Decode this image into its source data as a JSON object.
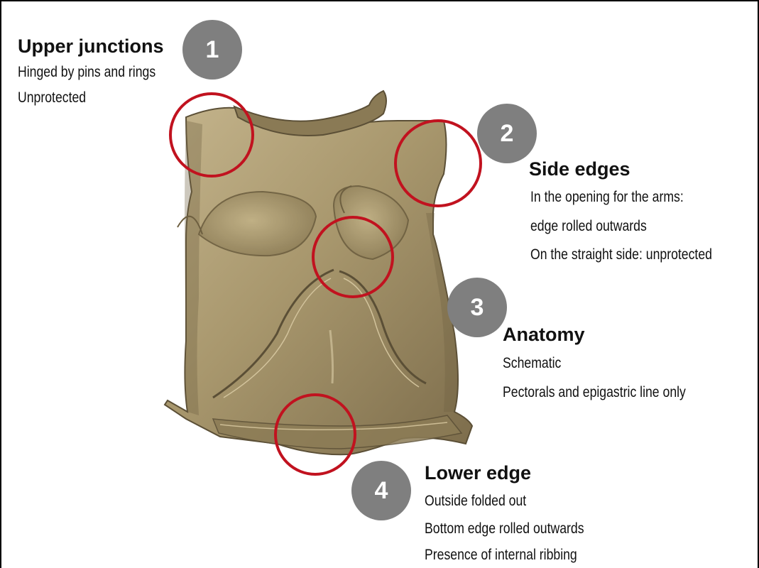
{
  "colors": {
    "badge": "#7f7f7f",
    "highlight_circle": "#c1121f",
    "text": "#111111",
    "bronze_light": "#b3a37d",
    "bronze_dark": "#5b4f36"
  },
  "image": {
    "subject": "bronze breastplate"
  },
  "callouts": [
    {
      "number": "1",
      "title": "Upper junctions",
      "lines": [
        "Hinged by pins and rings",
        "Unprotected"
      ]
    },
    {
      "number": "2",
      "title": "Side edges",
      "lines": [
        "In the opening for the arms:",
        "edge rolled outwards",
        "On the straight side: unprotected"
      ]
    },
    {
      "number": "3",
      "title": "Anatomy",
      "lines": [
        "Schematic",
        "Pectorals and epigastric line only"
      ]
    },
    {
      "number": "4",
      "title": "Lower edge",
      "lines": [
        "Outside folded out",
        "Bottom edge rolled outwards",
        "Presence of internal ribbing"
      ]
    }
  ]
}
